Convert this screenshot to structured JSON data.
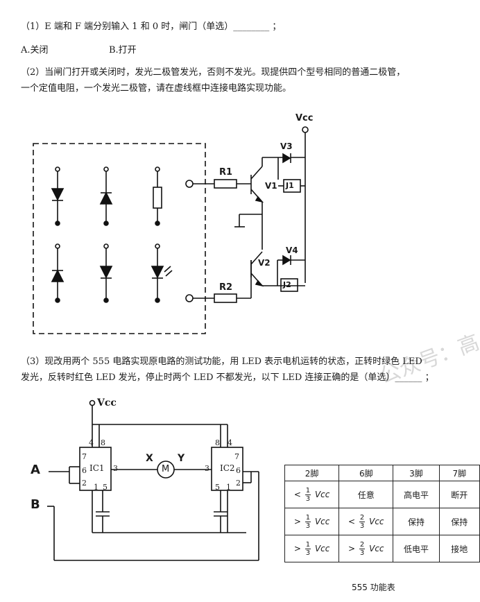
{
  "q1": {
    "question": "（1）E 端和 F 端分别输入 1 和 0 时，闸门（单选）________ ；",
    "option_a": "A.关闭",
    "option_b": "B.打开"
  },
  "q2": {
    "line1": "（2）当闸门打开或关闭时，发光二极管发光，否则不发光。现提供四个型号相同的普通二极管，",
    "line2": "一个定值电阻，一个发光二极管，请在虚线框中连接电路实现功能。"
  },
  "circuit1": {
    "vcc": "Vcc",
    "r1": "R1",
    "r2": "R2",
    "v1": "V1",
    "v2": "V2",
    "v3": "V3",
    "v4": "V4",
    "j1": "J1",
    "j2": "J2"
  },
  "q3": {
    "line1": "（3）现改用两个 555 电路实现原电路的测试功能，用 LED 表示电机运转的状态，正转时绿色 LED",
    "line2": "发光，反转时红色 LED 发光，停止时两个 LED 不都发光，以下 LED 连接正确的是（单选）______ ；"
  },
  "circuit2": {
    "vcc": "Vcc",
    "a": "A",
    "b": "B",
    "ic1": "IC1",
    "ic2": "IC2",
    "x": "X",
    "y": "Y",
    "motor": "M",
    "pin4": "4",
    "pin8": "8",
    "pin7": "7",
    "pin6": "6",
    "pin2": "2",
    "pin1": "1",
    "pin5": "5",
    "pin3": "3"
  },
  "table": {
    "headers": [
      "2脚",
      "6脚",
      "3脚",
      "7脚"
    ],
    "rows": [
      {
        "c1_op": "<",
        "c1_num": "1",
        "c1_den": "3",
        "c1_unit": "Vcc",
        "c2": "任意",
        "c3": "高电平",
        "c4": "断开"
      },
      {
        "c1_op": ">",
        "c1_num": "1",
        "c1_den": "3",
        "c1_unit": "Vcc",
        "c2_op": "<",
        "c2_num": "2",
        "c2_den": "3",
        "c2_unit": "Vcc",
        "c3": "保持",
        "c4": "保持"
      },
      {
        "c1_op": ">",
        "c1_num": "1",
        "c1_den": "3",
        "c1_unit": "Vcc",
        "c2_op": ">",
        "c2_num": "2",
        "c2_den": "3",
        "c2_unit": "Vcc",
        "c3": "低电平",
        "c4": "接地"
      }
    ],
    "caption": "555 功能表"
  },
  "watermark": "公众号：高"
}
